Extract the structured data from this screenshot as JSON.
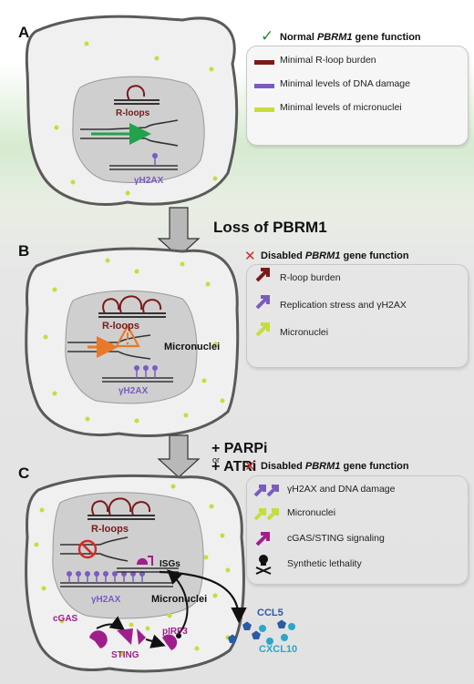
{
  "panels": {
    "a": {
      "letter": "A",
      "rloops_label": "R-loops",
      "h2ax_label": "γH2AX",
      "legend": {
        "title_prefix": "Normal ",
        "title_gene": "PBRM1",
        "title_suffix": " gene function",
        "items": [
          {
            "label": "Minimal R-loop burden",
            "color": "#7a1a1a"
          },
          {
            "label": "Minimal levels of DNA damage",
            "color": "#7a5cc0"
          },
          {
            "label": "Minimal levels of micronuclei",
            "color": "#c6dd3a"
          }
        ]
      }
    },
    "b": {
      "letter": "B",
      "rloops_label": "R-loops",
      "h2ax_label": "γH2AX",
      "micronuclei_label": "Micronuclei",
      "legend": {
        "title_prefix": "Disabled ",
        "title_gene": "PBRM1",
        "title_suffix": " gene function",
        "items": [
          {
            "label": "R-loop burden"
          },
          {
            "label": "Replication stress and γH2AX"
          },
          {
            "label": "Micronuclei"
          }
        ]
      }
    },
    "c": {
      "letter": "C",
      "rloops_label": "R-loops",
      "h2ax_label": "γH2AX",
      "micronuclei_label": "Micronuclei",
      "isgs_label": "ISGs",
      "cgas_label": "cGAS",
      "sting_label": "STING",
      "pirf3_label": "pIRF3",
      "ccl5_label": "CCL5",
      "cxcl10_label": "CXCL10",
      "legend": {
        "title_prefix": "Disabled ",
        "title_gene": "PBRM1",
        "title_suffix": " gene function",
        "items": [
          {
            "label": "γH2AX and DNA damage"
          },
          {
            "label": "Micronuclei"
          },
          {
            "label": "cGAS/STING signaling"
          },
          {
            "label": "Synthetic lethality"
          }
        ]
      }
    }
  },
  "transitions": {
    "loss_label": "Loss of PBRM1",
    "parpi_label": "+ PARPi",
    "or_label": "or",
    "atri_label": "+ ATRi"
  },
  "colors": {
    "rloop": "#7a1a1a",
    "h2ax": "#7a5cc0",
    "micronuclei": "#c6dd3a",
    "sting_pathway": "#a01e8c",
    "check": "#2a8a3a",
    "cross": "#d02a2a",
    "ccl5": "#2a5aa8",
    "cxcl10": "#2aa6c8"
  }
}
